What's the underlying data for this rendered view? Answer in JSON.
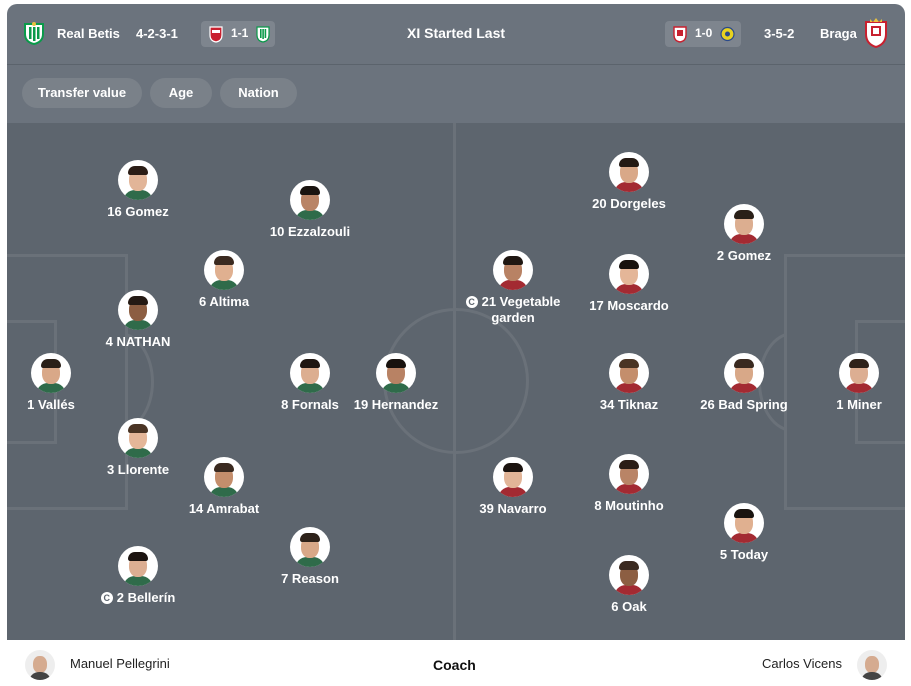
{
  "header": {
    "home_team": "Real Betis",
    "home_formation": "4-2-3-1",
    "home_last_score": "1-1",
    "title": "XI Started Last",
    "away_last_score": "1-0",
    "away_formation": "3-5-2",
    "away_team": "Braga"
  },
  "filters": [
    "Transfer value",
    "Age",
    "Nation"
  ],
  "home_players": [
    {
      "label": "16 Gomez",
      "captain": false
    },
    {
      "label": "10 Ezzalzouli",
      "captain": false
    },
    {
      "label": "6 Altima",
      "captain": false
    },
    {
      "label": "4 NATHAN",
      "captain": false
    },
    {
      "label": "1 Vallés",
      "captain": false
    },
    {
      "label": "8 Fornals",
      "captain": false
    },
    {
      "label": "19 Hernandez",
      "captain": false
    },
    {
      "label": "3 Llorente",
      "captain": false
    },
    {
      "label": "14 Amrabat",
      "captain": false
    },
    {
      "label": "7 Reason",
      "captain": false
    },
    {
      "label": "2 Bellerín",
      "captain": true
    }
  ],
  "away_players": [
    {
      "label": "20 Dorgeles",
      "captain": false
    },
    {
      "label": "2 Gomez",
      "captain": false
    },
    {
      "label": "21 Vegetable garden",
      "captain": true
    },
    {
      "label": "17 Moscardo",
      "captain": false
    },
    {
      "label": "34 Tiknaz",
      "captain": false
    },
    {
      "label": "26 Bad Spring",
      "captain": false
    },
    {
      "label": "1 Miner",
      "captain": false
    },
    {
      "label": "39 Navarro",
      "captain": false
    },
    {
      "label": "8 Moutinho",
      "captain": false
    },
    {
      "label": "5 Today",
      "captain": false
    },
    {
      "label": "6 Oak",
      "captain": false
    }
  ],
  "captain_symbol": "C",
  "footer": {
    "home_coach": "Manuel Pellegrini",
    "center_label": "Coach",
    "away_coach": "Carlos Vicens"
  },
  "colors": {
    "header_bg": "#6b737d",
    "pitch_bg": "#5d656e",
    "pill_bg": "#7a8189",
    "betis_green": "#0a9a4a",
    "braga_red": "#c8202f",
    "osasuna_red": "#c8202f",
    "arouca_yellow": "#e8d220"
  },
  "icons": [
    "betis-crest-icon",
    "osasuna-crest-icon",
    "braga-crest-icon",
    "arouca-crest-icon",
    "captain-icon"
  ]
}
